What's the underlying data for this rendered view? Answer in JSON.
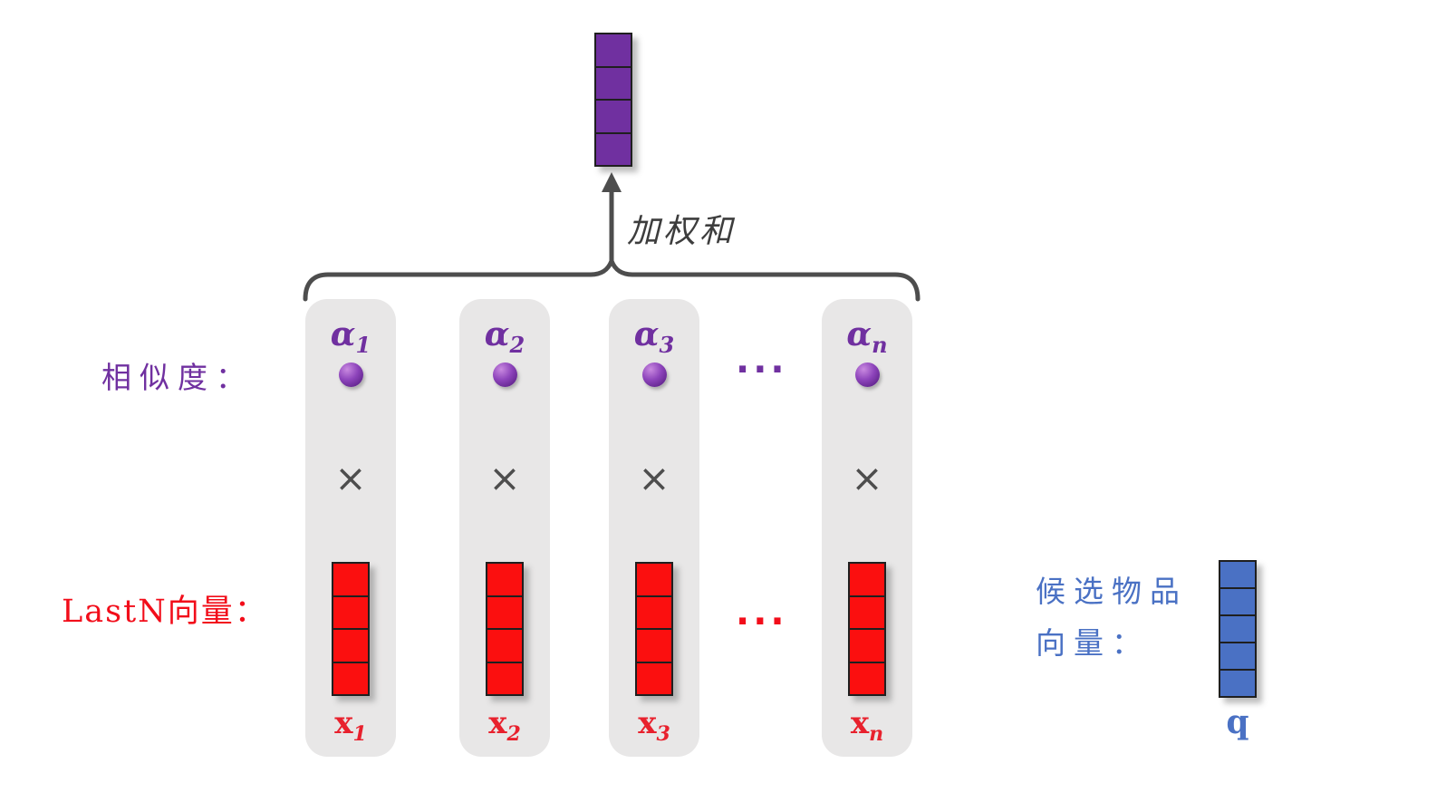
{
  "diagram": {
    "weighted_sum_label": "加权和",
    "similarity_label": "相似度：",
    "lastn_label": "LastN向量：",
    "candidate_label_line1": "候选物品",
    "candidate_label_line2": "向量：",
    "q_label": "q",
    "times_symbol": "×",
    "dots_symbol": "⋯"
  },
  "colors": {
    "purple": "#7030a0",
    "red": "#fb0f0f",
    "red_text": "#f20d1a",
    "blue": "#4a71c4",
    "column_gray": "#e8e7e7",
    "stroke_gray": "#4d4d4d"
  },
  "columns": [
    {
      "alpha": "α",
      "alpha_sub": "1",
      "x": "x",
      "x_sub": "1"
    },
    {
      "alpha": "α",
      "alpha_sub": "2",
      "x": "x",
      "x_sub": "2"
    },
    {
      "alpha": "α",
      "alpha_sub": "3",
      "x": "x",
      "x_sub": "3"
    },
    {
      "alpha": "α",
      "alpha_sub": "n",
      "x": "x",
      "x_sub": "n"
    }
  ]
}
